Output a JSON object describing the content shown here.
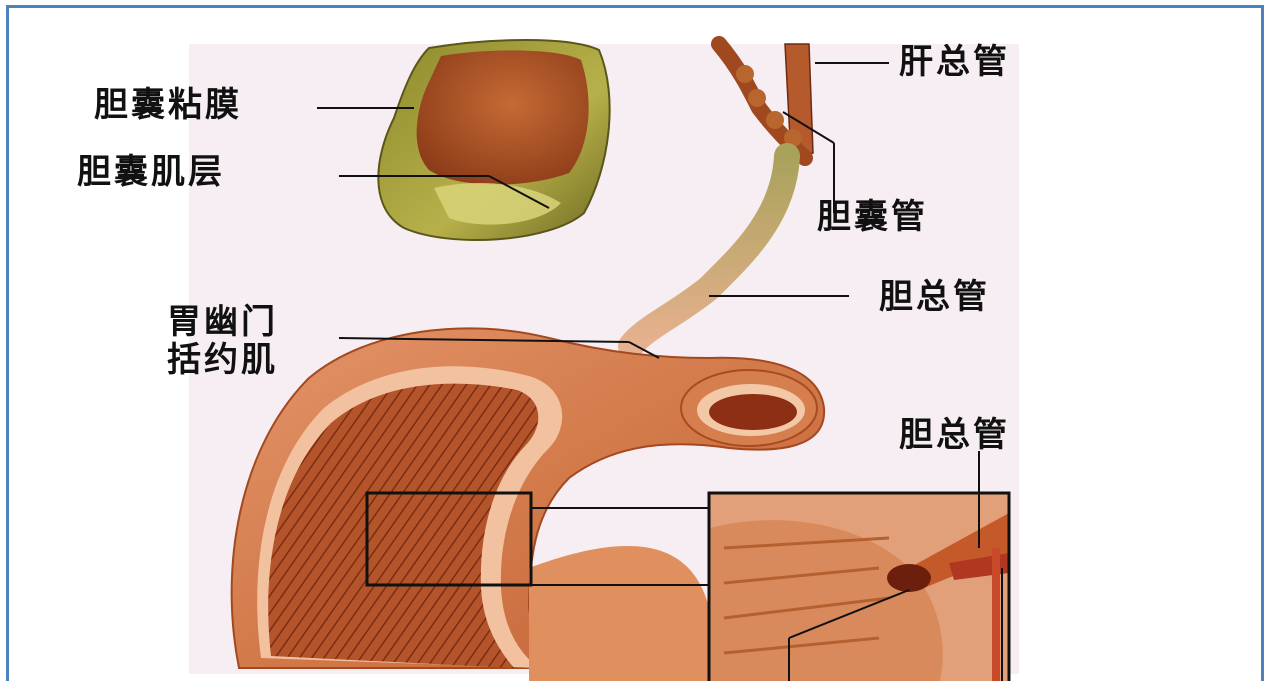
{
  "labels": {
    "gallbladder_mucosa": "胆囊粘膜",
    "gallbladder_muscle": "胆囊肌层",
    "common_hepatic_duct": "肝总管",
    "cystic_duct": "胆囊管",
    "common_bile_duct_upper": "胆总管",
    "pyloric_line1": "胃幽门",
    "pyloric_line2": "括约肌",
    "common_bile_duct_lower": "胆总管"
  },
  "colors": {
    "border": "#4f81bd",
    "tissue": "#c8642e",
    "tissue_dark": "#7a2a12",
    "tissue_light": "#e9a77e",
    "gallbladder_wall": "#a7a13a"
  }
}
